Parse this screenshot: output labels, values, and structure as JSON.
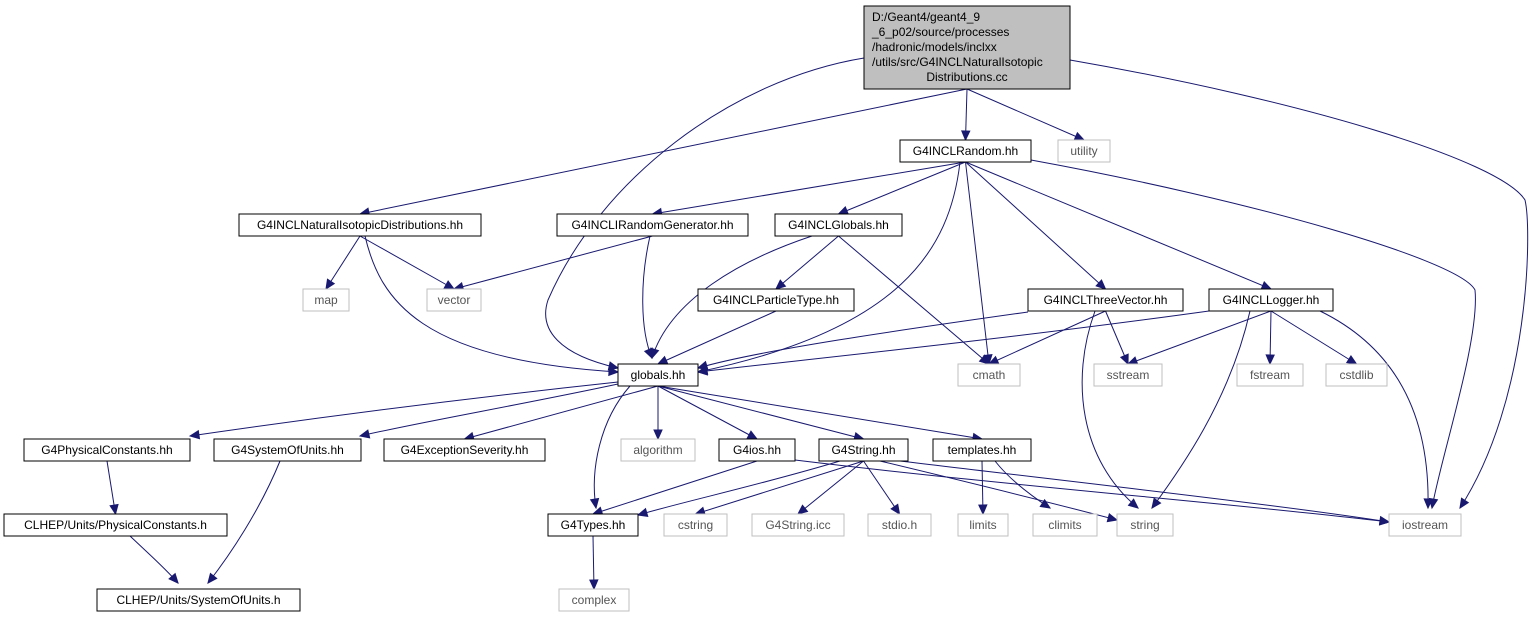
{
  "graph": {
    "colors": {
      "edge": "#191970",
      "root_fill": "#bfbfbf",
      "system_border": "#bfbfbf",
      "node_border": "#000000"
    },
    "root": {
      "id": "root",
      "lines": [
        "D:/Geant4/geant4_9",
        "_6_p02/source/processes",
        "/hadronic/models/inclxx",
        "/utils/src/G4INCLNaturalIsotopic",
        "Distributions.cc"
      ]
    },
    "nodes": [
      {
        "id": "random",
        "label": "G4INCLRandom.hh",
        "kind": "normal"
      },
      {
        "id": "utility",
        "label": "utility",
        "kind": "system"
      },
      {
        "id": "natiso",
        "label": "G4INCLNaturalIsotopicDistributions.hh",
        "kind": "normal"
      },
      {
        "id": "irandgen",
        "label": "G4INCLIRandomGenerator.hh",
        "kind": "normal"
      },
      {
        "id": "inclglobals",
        "label": "G4INCLGlobals.hh",
        "kind": "normal"
      },
      {
        "id": "map",
        "label": "map",
        "kind": "system"
      },
      {
        "id": "vector",
        "label": "vector",
        "kind": "system"
      },
      {
        "id": "particletype",
        "label": "G4INCLParticleType.hh",
        "kind": "normal"
      },
      {
        "id": "threevector",
        "label": "G4INCLThreeVector.hh",
        "kind": "normal"
      },
      {
        "id": "logger",
        "label": "G4INCLLogger.hh",
        "kind": "normal"
      },
      {
        "id": "globals",
        "label": "globals.hh",
        "kind": "normal"
      },
      {
        "id": "cmath",
        "label": "cmath",
        "kind": "system"
      },
      {
        "id": "sstream",
        "label": "sstream",
        "kind": "system"
      },
      {
        "id": "fstream",
        "label": "fstream",
        "kind": "system"
      },
      {
        "id": "cstdlib",
        "label": "cstdlib",
        "kind": "system"
      },
      {
        "id": "physconst",
        "label": "G4PhysicalConstants.hh",
        "kind": "normal"
      },
      {
        "id": "sysunits",
        "label": "G4SystemOfUnits.hh",
        "kind": "normal"
      },
      {
        "id": "excsev",
        "label": "G4ExceptionSeverity.hh",
        "kind": "normal"
      },
      {
        "id": "algorithm",
        "label": "algorithm",
        "kind": "system"
      },
      {
        "id": "g4ios",
        "label": "G4ios.hh",
        "kind": "normal"
      },
      {
        "id": "g4string",
        "label": "G4String.hh",
        "kind": "normal"
      },
      {
        "id": "templates",
        "label": "templates.hh",
        "kind": "normal"
      },
      {
        "id": "clhepphys",
        "label": "CLHEP/Units/PhysicalConstants.h",
        "kind": "normal"
      },
      {
        "id": "g4types",
        "label": "G4Types.hh",
        "kind": "normal"
      },
      {
        "id": "cstring",
        "label": "cstring",
        "kind": "system"
      },
      {
        "id": "g4stringicc",
        "label": "G4String.icc",
        "kind": "system"
      },
      {
        "id": "stdio",
        "label": "stdio.h",
        "kind": "system"
      },
      {
        "id": "limits",
        "label": "limits",
        "kind": "system"
      },
      {
        "id": "climits",
        "label": "climits",
        "kind": "system"
      },
      {
        "id": "string",
        "label": "string",
        "kind": "system"
      },
      {
        "id": "iostream",
        "label": "iostream",
        "kind": "system"
      },
      {
        "id": "clhepunits",
        "label": "CLHEP/Units/SystemOfUnits.h",
        "kind": "normal"
      },
      {
        "id": "complex",
        "label": "complex",
        "kind": "system"
      }
    ],
    "edges": [
      [
        "root",
        "random"
      ],
      [
        "root",
        "utility"
      ],
      [
        "root",
        "natiso"
      ],
      [
        "root",
        "globals"
      ],
      [
        "root",
        "iostream"
      ],
      [
        "random",
        "irandgen"
      ],
      [
        "random",
        "inclglobals"
      ],
      [
        "random",
        "globals"
      ],
      [
        "random",
        "cmath"
      ],
      [
        "random",
        "threevector"
      ],
      [
        "random",
        "logger"
      ],
      [
        "random",
        "iostream"
      ],
      [
        "natiso",
        "map"
      ],
      [
        "natiso",
        "vector"
      ],
      [
        "natiso",
        "globals"
      ],
      [
        "irandgen",
        "vector"
      ],
      [
        "irandgen",
        "globals"
      ],
      [
        "inclglobals",
        "globals"
      ],
      [
        "inclglobals",
        "particletype"
      ],
      [
        "inclglobals",
        "cmath"
      ],
      [
        "particletype",
        "globals"
      ],
      [
        "threevector",
        "globals"
      ],
      [
        "threevector",
        "cmath"
      ],
      [
        "threevector",
        "sstream"
      ],
      [
        "threevector",
        "string"
      ],
      [
        "logger",
        "globals"
      ],
      [
        "logger",
        "sstream"
      ],
      [
        "logger",
        "fstream"
      ],
      [
        "logger",
        "cstdlib"
      ],
      [
        "logger",
        "string"
      ],
      [
        "logger",
        "iostream"
      ],
      [
        "globals",
        "physconst"
      ],
      [
        "globals",
        "sysunits"
      ],
      [
        "globals",
        "excsev"
      ],
      [
        "globals",
        "algorithm"
      ],
      [
        "globals",
        "g4ios"
      ],
      [
        "globals",
        "g4string"
      ],
      [
        "globals",
        "templates"
      ],
      [
        "globals",
        "g4types"
      ],
      [
        "physconst",
        "clhepphys"
      ],
      [
        "clhepphys",
        "clhepunits"
      ],
      [
        "sysunits",
        "clhepunits"
      ],
      [
        "g4ios",
        "g4types"
      ],
      [
        "g4ios",
        "iostream"
      ],
      [
        "g4string",
        "g4types"
      ],
      [
        "g4string",
        "cstring"
      ],
      [
        "g4string",
        "g4stringicc"
      ],
      [
        "g4string",
        "stdio"
      ],
      [
        "g4string",
        "string"
      ],
      [
        "g4string",
        "iostream"
      ],
      [
        "templates",
        "limits"
      ],
      [
        "templates",
        "climits"
      ],
      [
        "g4types",
        "complex"
      ]
    ]
  }
}
